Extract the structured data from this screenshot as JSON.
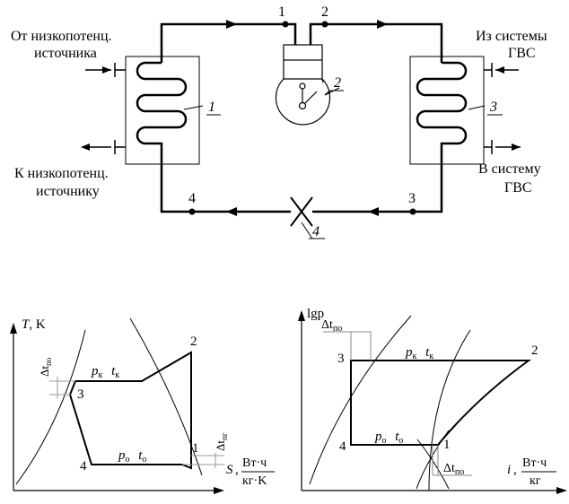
{
  "circuit": {
    "left_top_label": [
      "От низкопотенц.",
      "источника"
    ],
    "left_bottom_label": [
      "К низкопотенц.",
      "источнику"
    ],
    "right_top_label": [
      "Из системы",
      "ГВС"
    ],
    "right_bottom_label": [
      "В систему",
      "ГВС"
    ],
    "point_labels": {
      "p1": "1",
      "p2": "2",
      "p3": "3",
      "p4": "4"
    },
    "component_labels": {
      "evaporator": "1",
      "compressor": "2",
      "condenser": "3",
      "valve": "4"
    }
  },
  "ts_diagram": {
    "axis_y_symbol": "T",
    "axis_y_unit": ", K",
    "axis_x_symbol": "S",
    "axis_x_unit_num": "Вт·ч",
    "axis_x_unit_den": "кг·K",
    "p1": "1",
    "p2": "2",
    "p3": "3",
    "p4": "4",
    "pk": "p",
    "pk_sub": "к",
    "tk": "t",
    "tk_sub": "к",
    "po": "p",
    "po_sub": "о",
    "to": "t",
    "to_sub": "о",
    "dt_po": "Δt",
    "dt_po_sub": "по",
    "dt_pg": "Δt",
    "dt_pg_sub": "пг"
  },
  "lgp_diagram": {
    "axis_y_symbol": "lgp",
    "axis_x_symbol": "i",
    "axis_x_unit_num": "Вт·ч",
    "axis_x_unit_den": "кг",
    "p1": "1",
    "p2": "2",
    "p3": "3",
    "p4": "4",
    "pk": "p",
    "pk_sub": "к",
    "tk": "t",
    "tk_sub": "к",
    "po": "p",
    "po_sub": "о",
    "to": "t",
    "to_sub": "о",
    "dt_top": "Δt",
    "dt_top_sub": "по",
    "dt_bot": "Δt",
    "dt_bot_sub": "по"
  }
}
